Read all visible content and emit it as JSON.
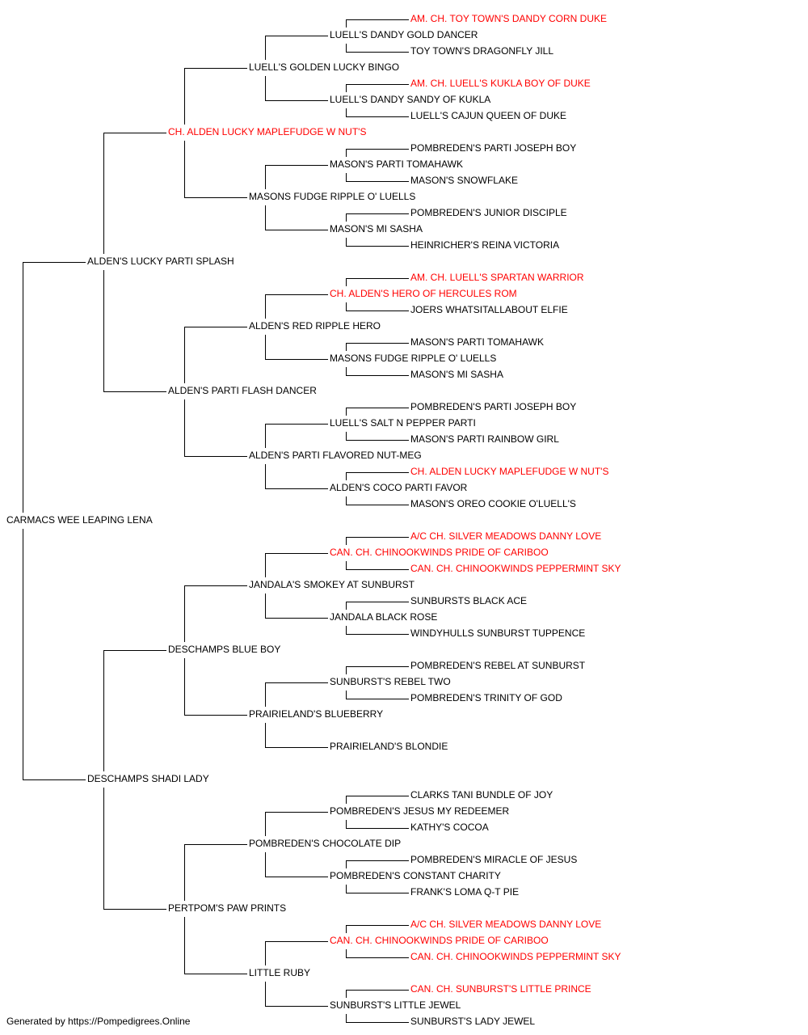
{
  "colors": {
    "normal": "#000000",
    "champion": "#ff0000",
    "line": "#000000"
  },
  "footer": "Generated by https://Pompedigrees.Online",
  "pedigree": {
    "name": "CARMACS WEE LEAPING LENA",
    "champion": false,
    "sire": {
      "name": "ALDEN'S LUCKY PARTI SPLASH",
      "champion": false,
      "sire": {
        "name": "CH. ALDEN LUCKY MAPLEFUDGE W NUT'S",
        "champion": true,
        "sire": {
          "name": "LUELL'S GOLDEN LUCKY BINGO",
          "champion": false,
          "sire": {
            "name": "LUELL'S DANDY GOLD DANCER",
            "champion": false,
            "sire": {
              "name": "AM. CH. TOY TOWN'S DANDY CORN DUKE",
              "champion": true
            },
            "dam": {
              "name": "TOY TOWN'S DRAGONFLY JILL",
              "champion": false
            }
          },
          "dam": {
            "name": "LUELL'S DANDY SANDY OF KUKLA",
            "champion": false,
            "sire": {
              "name": "AM. CH. LUELL'S KUKLA BOY OF DUKE",
              "champion": true
            },
            "dam": {
              "name": "LUELL'S CAJUN QUEEN OF DUKE",
              "champion": false
            }
          }
        },
        "dam": {
          "name": "MASONS FUDGE RIPPLE O' LUELLS",
          "champion": false,
          "sire": {
            "name": "MASON'S PARTI TOMAHAWK",
            "champion": false,
            "sire": {
              "name": "POMBREDEN'S PARTI JOSEPH BOY",
              "champion": false
            },
            "dam": {
              "name": "MASON'S SNOWFLAKE",
              "champion": false
            }
          },
          "dam": {
            "name": "MASON'S MI SASHA",
            "champion": false,
            "sire": {
              "name": "POMBREDEN'S JUNIOR DISCIPLE",
              "champion": false
            },
            "dam": {
              "name": "HEINRICHER'S REINA VICTORIA",
              "champion": false
            }
          }
        }
      },
      "dam": {
        "name": "ALDEN'S PARTI FLASH DANCER",
        "champion": false,
        "sire": {
          "name": "ALDEN'S RED RIPPLE HERO",
          "champion": false,
          "sire": {
            "name": "CH. ALDEN'S HERO OF HERCULES ROM",
            "champion": true,
            "sire": {
              "name": "AM. CH. LUELL'S SPARTAN WARRIOR",
              "champion": true
            },
            "dam": {
              "name": "JOERS WHATSITALLABOUT ELFIE",
              "champion": false
            }
          },
          "dam": {
            "name": "MASONS FUDGE RIPPLE O' LUELLS",
            "champion": false,
            "sire": {
              "name": "MASON'S PARTI TOMAHAWK",
              "champion": false
            },
            "dam": {
              "name": "MASON'S MI SASHA",
              "champion": false
            }
          }
        },
        "dam": {
          "name": "ALDEN'S PARTI FLAVORED NUT-MEG",
          "champion": false,
          "sire": {
            "name": "LUELL'S SALT N PEPPER PARTI",
            "champion": false,
            "sire": {
              "name": "POMBREDEN'S PARTI JOSEPH BOY",
              "champion": false
            },
            "dam": {
              "name": "MASON'S PARTI RAINBOW GIRL",
              "champion": false
            }
          },
          "dam": {
            "name": "ALDEN'S COCO PARTI FAVOR",
            "champion": false,
            "sire": {
              "name": "CH. ALDEN LUCKY MAPLEFUDGE W NUT'S",
              "champion": true
            },
            "dam": {
              "name": "MASON'S OREO COOKIE O'LUELL'S",
              "champion": false
            }
          }
        }
      }
    },
    "dam": {
      "name": "DESCHAMPS SHADI LADY",
      "champion": false,
      "sire": {
        "name": "DESCHAMPS BLUE BOY",
        "champion": false,
        "sire": {
          "name": "JANDALA'S SMOKEY AT SUNBURST",
          "champion": false,
          "sire": {
            "name": "CAN. CH. CHINOOKWINDS PRIDE OF CARIBOO",
            "champion": true,
            "sire": {
              "name": "A/C CH. SILVER MEADOWS DANNY LOVE",
              "champion": true
            },
            "dam": {
              "name": "CAN. CH. CHINOOKWINDS PEPPERMINT SKY",
              "champion": true
            }
          },
          "dam": {
            "name": "JANDALA BLACK ROSE",
            "champion": false,
            "sire": {
              "name": "SUNBURSTS BLACK ACE",
              "champion": false
            },
            "dam": {
              "name": "WINDYHULLS SUNBURST TUPPENCE",
              "champion": false
            }
          }
        },
        "dam": {
          "name": "PRAIRIELAND'S BLUEBERRY",
          "champion": false,
          "sire": {
            "name": "SUNBURST'S REBEL TWO",
            "champion": false,
            "sire": {
              "name": "POMBREDEN'S REBEL AT SUNBURST",
              "champion": false
            },
            "dam": {
              "name": "POMBREDEN'S TRINITY OF GOD",
              "champion": false
            }
          },
          "dam": {
            "name": "PRAIRIELAND'S BLONDIE",
            "champion": false
          }
        }
      },
      "dam": {
        "name": "PERTPOM'S PAW PRINTS",
        "champion": false,
        "sire": {
          "name": "POMBREDEN'S CHOCOLATE DIP",
          "champion": false,
          "sire": {
            "name": "POMBREDEN'S JESUS MY REDEEMER",
            "champion": false,
            "sire": {
              "name": "CLARKS TANI BUNDLE OF JOY",
              "champion": false
            },
            "dam": {
              "name": "KATHY'S COCOA",
              "champion": false
            }
          },
          "dam": {
            "name": "POMBREDEN'S CONSTANT CHARITY",
            "champion": false,
            "sire": {
              "name": "POMBREDEN'S MIRACLE OF JESUS",
              "champion": false
            },
            "dam": {
              "name": "FRANK'S LOMA Q-T PIE",
              "champion": false
            }
          }
        },
        "dam": {
          "name": "LITTLE RUBY",
          "champion": false,
          "sire": {
            "name": "CAN. CH. CHINOOKWINDS PRIDE OF CARIBOO",
            "champion": true,
            "sire": {
              "name": "A/C CH. SILVER MEADOWS DANNY LOVE",
              "champion": true
            },
            "dam": {
              "name": "CAN. CH. CHINOOKWINDS PEPPERMINT SKY",
              "champion": true
            }
          },
          "dam": {
            "name": "SUNBURST'S LITTLE JEWEL",
            "champion": false,
            "sire": {
              "name": "CAN. CH. SUNBURST'S LITTLE PRINCE",
              "champion": true
            },
            "dam": {
              "name": "SUNBURST'S LADY JEWEL",
              "champion": false
            }
          }
        }
      }
    }
  }
}
